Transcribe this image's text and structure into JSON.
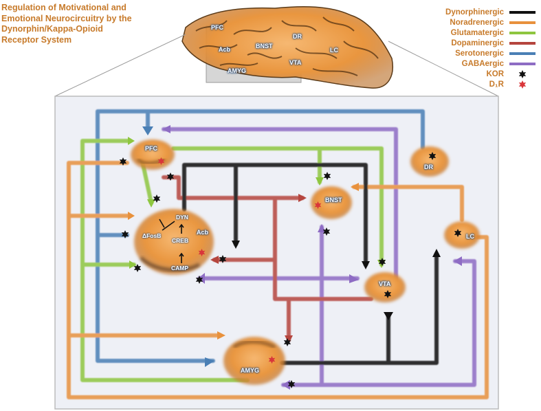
{
  "title": "Regulation of Motivational and Emotional Neurocircuitry by the Dynorphin/Kappa-Opioid Receptor System",
  "legend": {
    "items": [
      {
        "label": "Dynorphinergic",
        "color": "#111111"
      },
      {
        "label": "Noradrenergic",
        "color": "#e8913c"
      },
      {
        "label": "Glutamatergic",
        "color": "#8ec63f"
      },
      {
        "label": "Dopaminergic",
        "color": "#b5453e"
      },
      {
        "label": "Serotonergic",
        "color": "#4a7fb5"
      },
      {
        "label": "GABAergic",
        "color": "#8e6cc4"
      }
    ],
    "kor_label": "KOR",
    "d1r_label": "D₁R"
  },
  "brain_labels": {
    "pfc": "PFC",
    "acb": "Acb",
    "bnst": "BNST",
    "dr": "DR",
    "lc": "LC",
    "amyg": "AMYG",
    "vta": "VTA"
  },
  "circuit_labels": {
    "pfc": "PFC",
    "dr": "DR",
    "bnst": "BNST",
    "lc": "LC",
    "vta": "VTA",
    "amyg": "AMYG",
    "acb": "Acb"
  },
  "acb_inner": {
    "dyn": "DYN",
    "creb": "CREB",
    "camp": "CAMP",
    "fosb": "ΔFosB"
  },
  "colors": {
    "title": "#c77a2a",
    "region_fill": "#e9a050",
    "region_shade": "#3a2410",
    "box_background": "#f1f2f7"
  }
}
